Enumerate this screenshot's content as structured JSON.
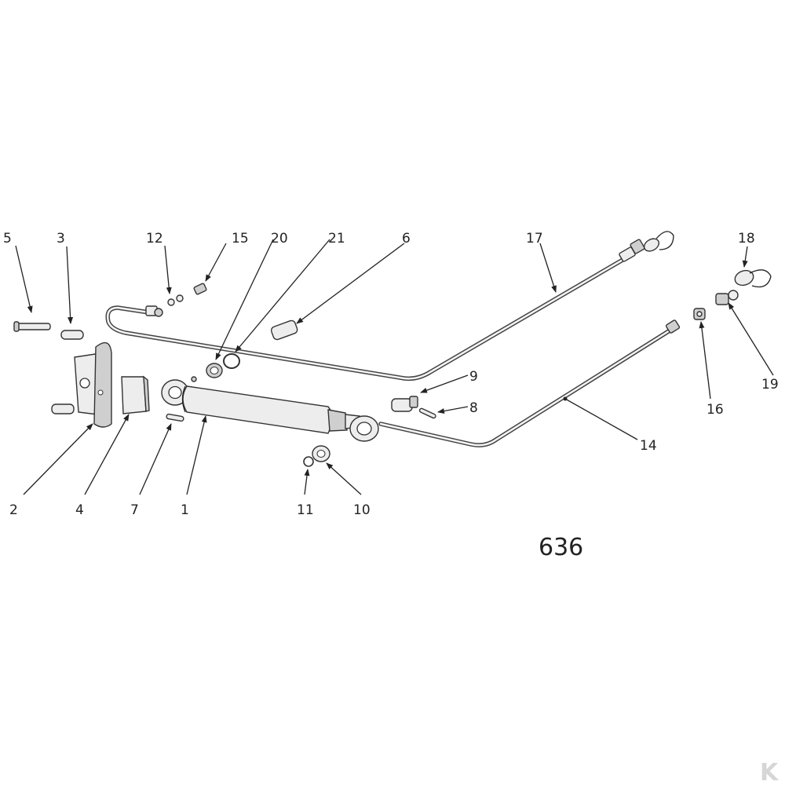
{
  "diagram": {
    "figure_number": "636",
    "callouts": [
      "1",
      "2",
      "3",
      "4",
      "5",
      "6",
      "7",
      "8",
      "9",
      "10",
      "11",
      "12",
      "14",
      "15",
      "16",
      "17",
      "18",
      "19",
      "20",
      "21"
    ],
    "corner_logo_text": "K"
  }
}
